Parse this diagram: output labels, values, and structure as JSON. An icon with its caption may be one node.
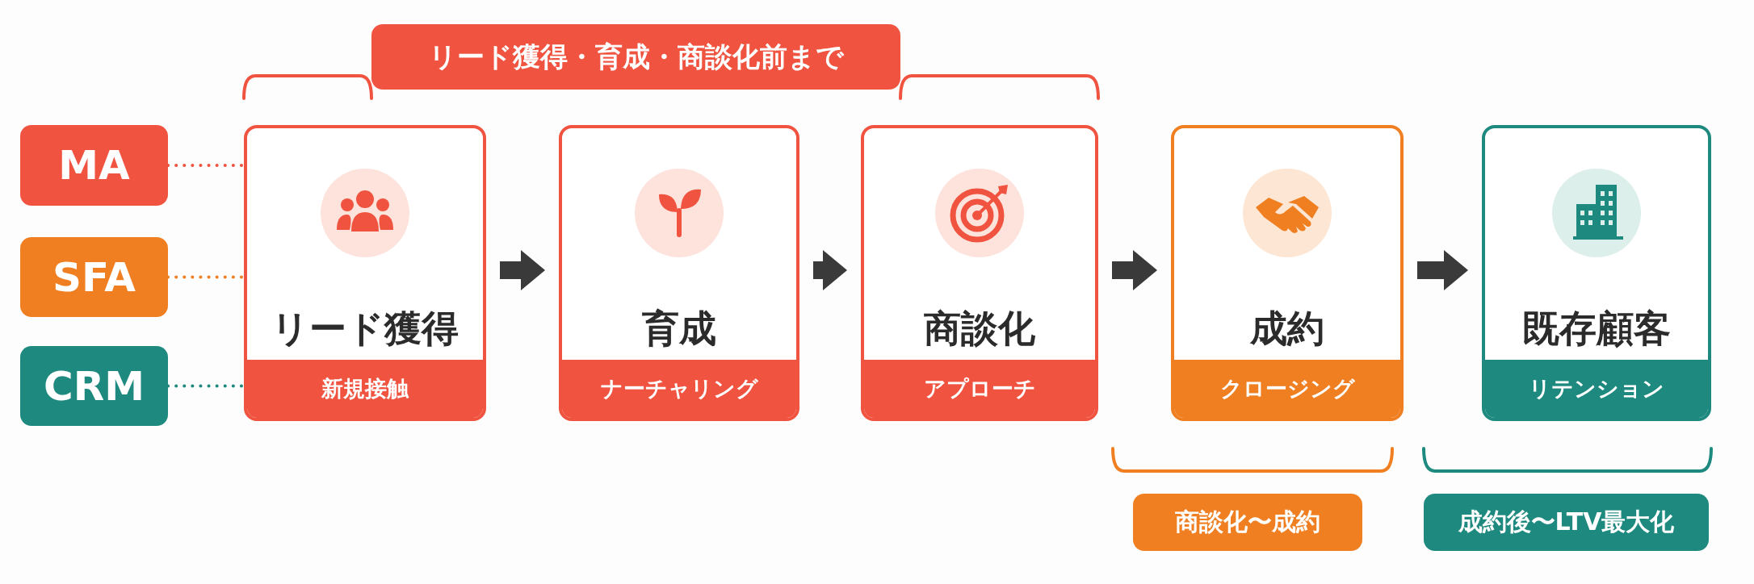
{
  "diagram": {
    "nodes": [
      {
        "text": [
          "リード獲得・育成・商談化前まで"
        ]
      },
      {
        "text": [
          "MA"
        ]
      },
      {
        "text": [
          "SFA"
        ]
      },
      {
        "text": [
          "CRM"
        ]
      },
      {
        "text": [
          "リード獲得",
          "新規接触"
        ]
      },
      {
        "text": [
          "育成",
          "ナーチャリング"
        ]
      },
      {
        "text": [
          "商談化",
          "アプローチ"
        ]
      },
      {
        "text": [
          "成約",
          "クロージング"
        ]
      },
      {
        "text": [
          "既存顧客",
          "リテンション"
        ]
      },
      {
        "text": [
          "商談化〜成約"
        ]
      },
      {
        "text": [
          "成約後〜LTV最大化"
        ]
      }
    ],
    "edges": [
      {
        "from": 1,
        "to": 4,
        "arrow": "none",
        "style": "dashed",
        "color": "#f0533f"
      },
      {
        "from": 2,
        "to": 4,
        "arrow": "none",
        "style": "dashed",
        "color": "#f07f22"
      },
      {
        "from": 3,
        "to": 4,
        "arrow": "none",
        "style": "dashed",
        "color": "#1e8a7f"
      },
      {
        "from": 4,
        "to": 5,
        "arrow": "to"
      },
      {
        "from": 5,
        "to": 6,
        "arrow": "to"
      },
      {
        "from": 6,
        "to": 7,
        "arrow": "to"
      },
      {
        "from": 7,
        "to": 8,
        "arrow": "to"
      }
    ]
  }
}
